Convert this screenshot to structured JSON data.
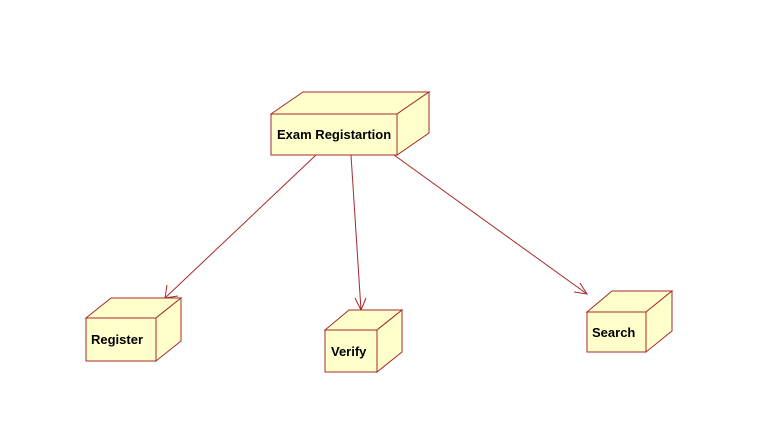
{
  "diagram": {
    "colors": {
      "node_fill": "#ffffcc",
      "node_stroke": "#a52a2a",
      "edge_stroke": "#a52a2a"
    },
    "nodes": {
      "main": {
        "label": "Exam Registartion"
      },
      "register": {
        "label": "Register"
      },
      "verify": {
        "label": "Verify"
      },
      "search": {
        "label": "Search"
      }
    },
    "edges": [
      {
        "from": "Exam Registartion",
        "to": "Register"
      },
      {
        "from": "Exam Registartion",
        "to": "Verify"
      },
      {
        "from": "Exam Registartion",
        "to": "Search"
      }
    ]
  }
}
